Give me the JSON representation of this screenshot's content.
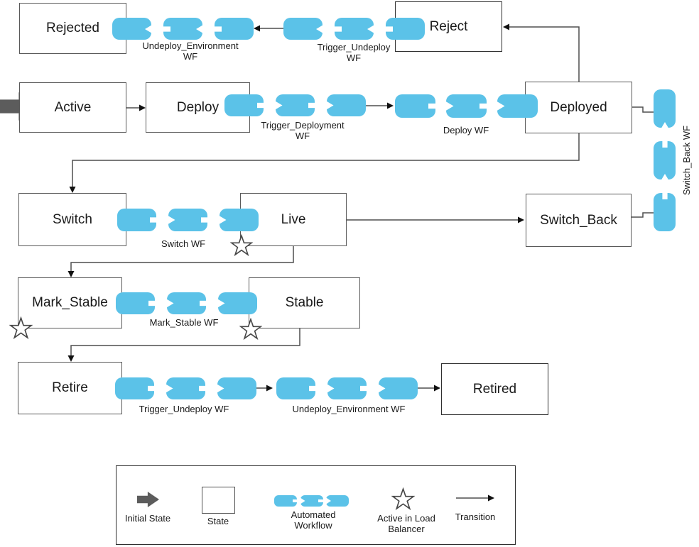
{
  "colors": {
    "workflow_blue": "#5BC2E8",
    "initial_state_gray": "#5C5C5C",
    "connector_gray": "#4F4F4F",
    "state_border_gray": "#595959",
    "text": "#1C1C1C"
  },
  "states": {
    "rejected": {
      "label": "Rejected"
    },
    "reject": {
      "label": "Reject"
    },
    "active": {
      "label": "Active"
    },
    "deploy": {
      "label": "Deploy"
    },
    "deployed": {
      "label": "Deployed"
    },
    "switch": {
      "label": "Switch"
    },
    "live": {
      "label": "Live"
    },
    "switch_back": {
      "label": "Switch_Back"
    },
    "mark_stable": {
      "label": "Mark_Stable"
    },
    "stable": {
      "label": "Stable"
    },
    "retire": {
      "label": "Retire"
    },
    "retired": {
      "label": "Retired"
    }
  },
  "workflows": {
    "undeploy_environment_top": {
      "line1": "Undeploy_Environment",
      "line2": "WF"
    },
    "trigger_undeploy_top": {
      "line1": "Trigger_Undeploy",
      "line2": "WF"
    },
    "trigger_deployment": {
      "line1": "Trigger_Deployment",
      "line2": "WF"
    },
    "deploy": {
      "label": "Deploy WF"
    },
    "switch": {
      "label": "Switch WF"
    },
    "switch_back": {
      "label": "Switch_Back WF"
    },
    "mark_stable": {
      "label": "Mark_Stable WF"
    },
    "trigger_undeploy_bottom": {
      "label": "Trigger_Undeploy WF"
    },
    "undeploy_environment_bottom": {
      "label": "Undeploy_Environment WF"
    }
  },
  "legend": {
    "initial_state": "Initial State",
    "state": "State",
    "automated_workflow_line1": "Automated",
    "automated_workflow_line2": "Workflow",
    "active_in_load_balancer_line1": "Active in Load",
    "active_in_load_balancer_line2": "Balancer",
    "transition": "Transition"
  }
}
